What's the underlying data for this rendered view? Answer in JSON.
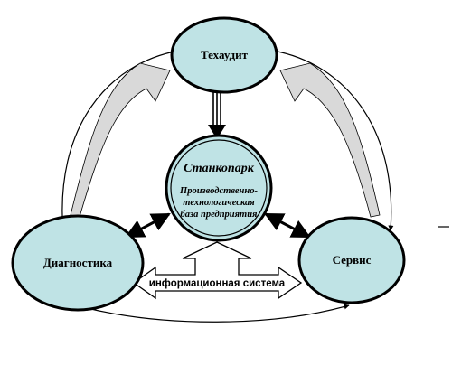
{
  "nodes": {
    "top": {
      "label": "Техаудит"
    },
    "left": {
      "label": "Диагностика"
    },
    "right": {
      "label": "Сервис"
    },
    "center": {
      "label": "Станкопарк",
      "sublines": [
        "Производственно-",
        "технологическая",
        "база предприятия"
      ]
    }
  },
  "info_system": {
    "label": "информационная система"
  },
  "colors": {
    "node_fill": "#bfe3e5",
    "stroke": "#000000",
    "swoosh_fill": "#d9d9d9",
    "arrow_fill": "#ffffff"
  }
}
